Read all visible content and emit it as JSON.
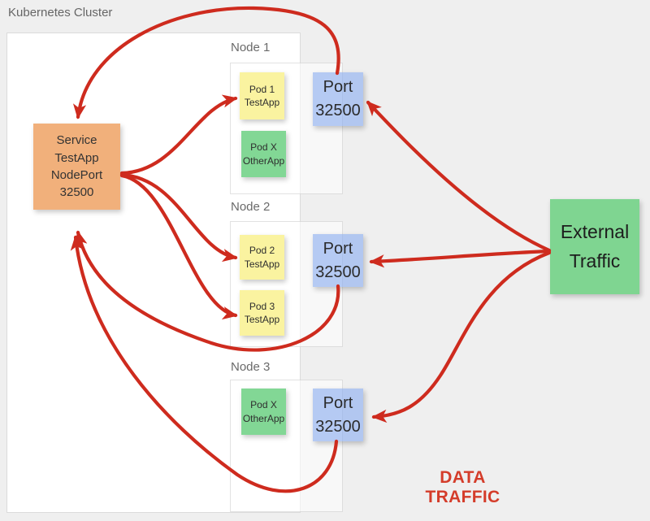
{
  "cluster": {
    "label": "Kubernetes Cluster"
  },
  "service": {
    "lines": [
      "Service",
      "TestApp",
      "NodePort",
      "32500"
    ]
  },
  "nodes": [
    {
      "label": "Node 1",
      "pods": [
        {
          "name": "Pod 1",
          "app": "TestApp"
        },
        {
          "name": "Pod X",
          "app": "OtherApp"
        }
      ],
      "port": {
        "name": "Port",
        "number": "32500"
      }
    },
    {
      "label": "Node 2",
      "pods": [
        {
          "name": "Pod 2",
          "app": "TestApp"
        },
        {
          "name": "Pod 3",
          "app": "TestApp"
        }
      ],
      "port": {
        "name": "Port",
        "number": "32500"
      }
    },
    {
      "label": "Node 3",
      "pods": [
        {
          "name": "Pod X",
          "app": "OtherApp"
        }
      ],
      "port": {
        "name": "Port",
        "number": "32500"
      }
    }
  ],
  "external": {
    "lines": [
      "External",
      "Traffic"
    ]
  },
  "caption": "DATA TRAFFIC",
  "colors": {
    "arrow_red": "#CE2B1E",
    "service_orange": "#F1B07B",
    "pod_yellow": "#FAF3A0",
    "pod_green": "#82D795",
    "port_blue": "#B9CEF4",
    "external_green": "#7FD591",
    "caption_red": "#D43C2A"
  }
}
